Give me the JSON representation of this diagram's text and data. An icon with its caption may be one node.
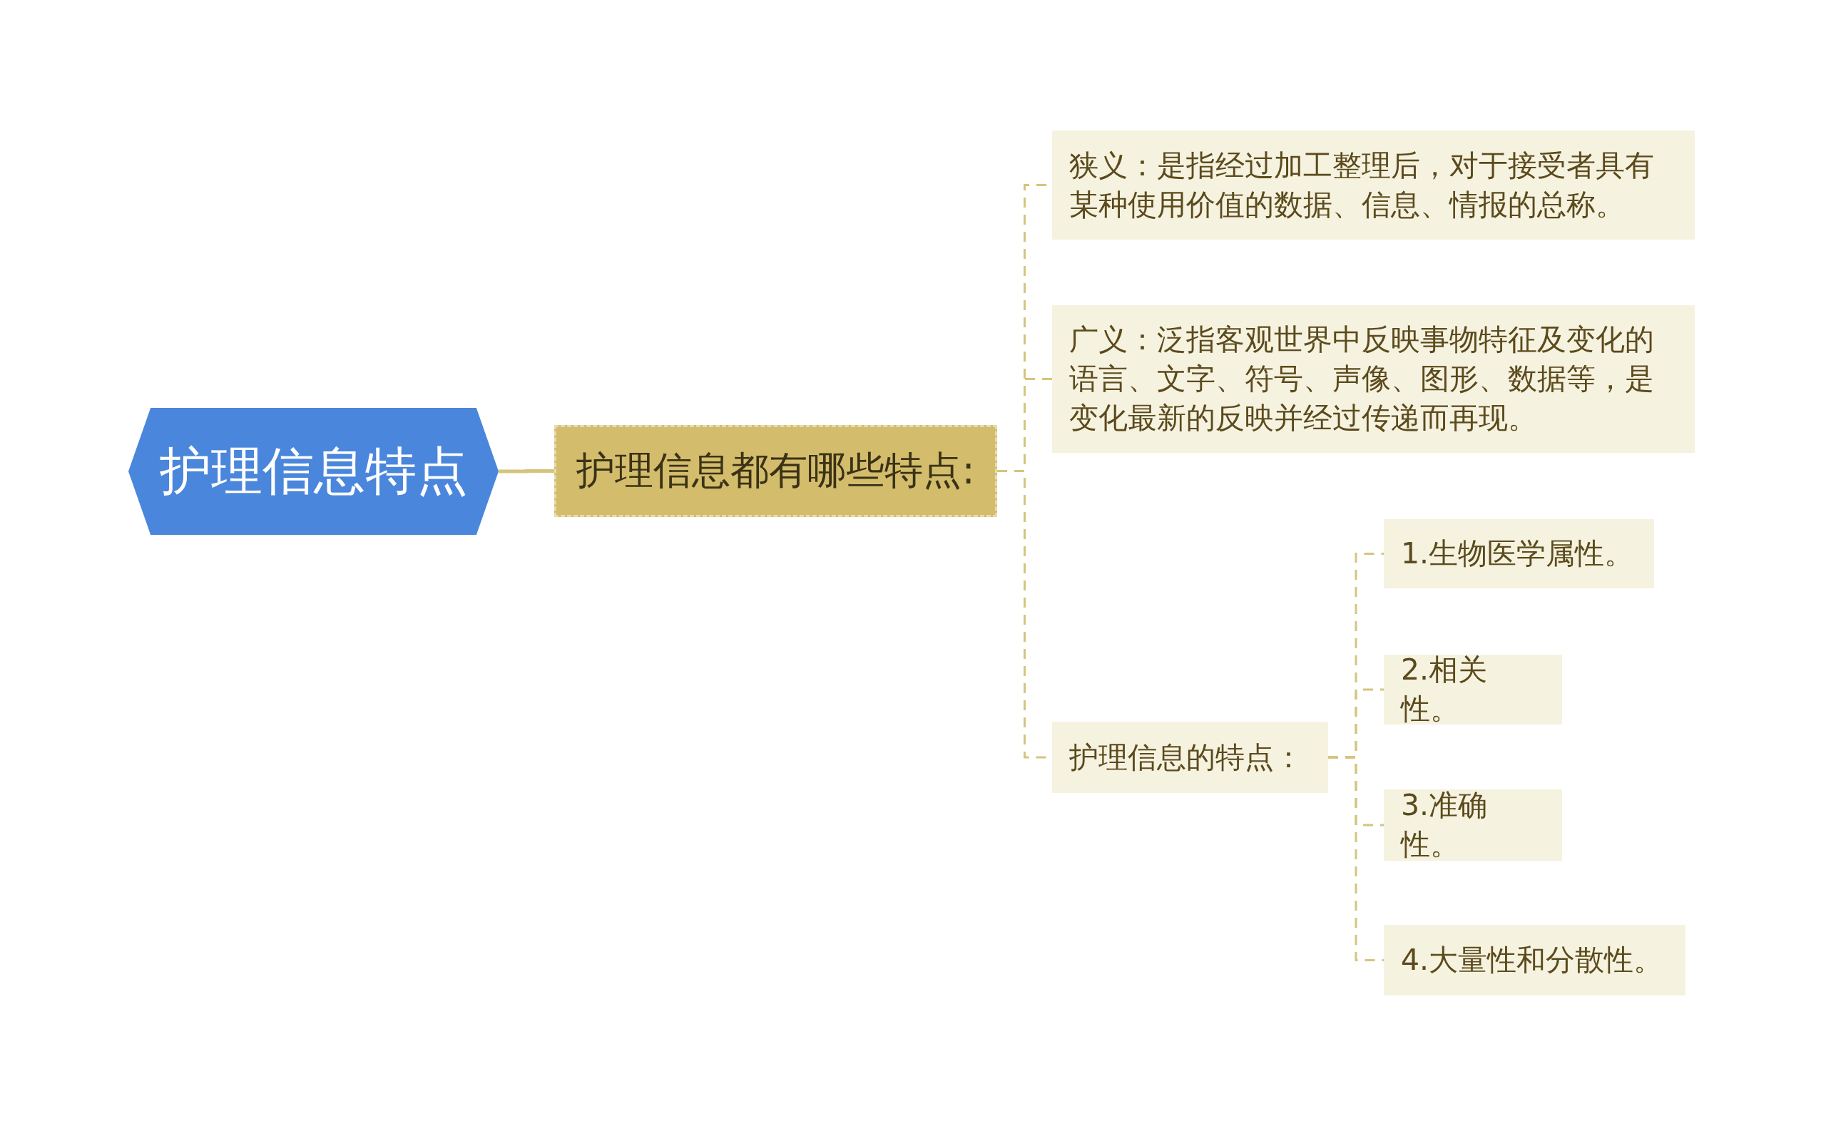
{
  "diagram": {
    "nodes": [
      {
        "text": [
          "护理信息特点"
        ]
      },
      {
        "text": [
          "护理信息都有哪些特点:"
        ]
      },
      {
        "text": [
          "狭义：是指经过加工整理后，对于接受者具有某种使用价值的数据、信息、情报的总称。"
        ]
      },
      {
        "text": [
          "广义：泛指客观世界中反映事物特征及变化的语言、文字、符号、声像、图形、数据等，是变化最新的反映并经过传递而再现。"
        ]
      },
      {
        "text": [
          "护理信息的特点："
        ]
      },
      {
        "text": [
          "1.生物医学属性。"
        ]
      },
      {
        "text": [
          "2.相关性。"
        ]
      },
      {
        "text": [
          "3.准确性。"
        ]
      },
      {
        "text": [
          "4.大量性和分散性。"
        ]
      }
    ],
    "edges": [
      {
        "from": 0,
        "to": 1,
        "arrow": "none"
      },
      {
        "from": 1,
        "to": 2,
        "arrow": "none",
        "style": "dashed"
      },
      {
        "from": 1,
        "to": 3,
        "arrow": "none",
        "style": "dashed"
      },
      {
        "from": 1,
        "to": 4,
        "arrow": "none",
        "style": "dashed"
      },
      {
        "from": 4,
        "to": 5,
        "arrow": "none",
        "style": "dashed"
      },
      {
        "from": 4,
        "to": 6,
        "arrow": "none",
        "style": "dashed"
      },
      {
        "from": 4,
        "to": 7,
        "arrow": "none",
        "style": "dashed"
      },
      {
        "from": 4,
        "to": 8,
        "arrow": "none",
        "style": "dashed"
      }
    ]
  }
}
